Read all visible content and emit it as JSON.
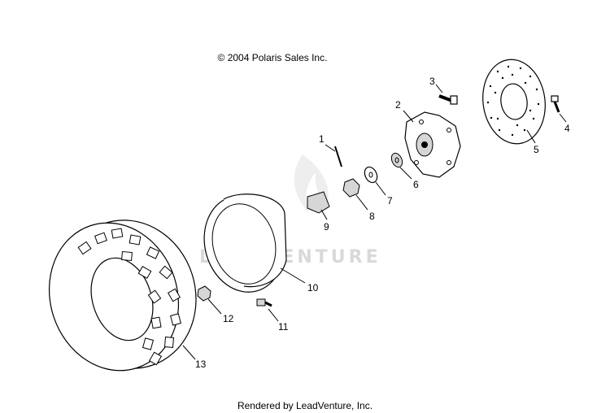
{
  "header": {
    "copyright": "© 2004 Polaris Sales Inc."
  },
  "footer": {
    "rendered_by": "Rendered by LeadVenture, Inc."
  },
  "watermark": {
    "text": "LEADVENTURE"
  },
  "callouts": [
    "1",
    "2",
    "3",
    "4",
    "5",
    "6",
    "7",
    "8",
    "9",
    "10",
    "11",
    "12",
    "13"
  ]
}
